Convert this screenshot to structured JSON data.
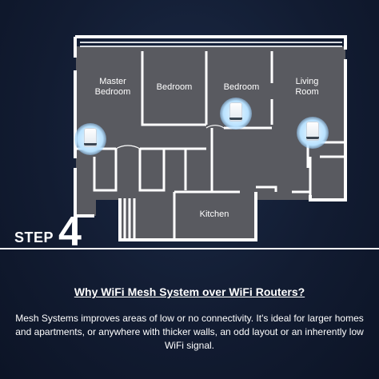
{
  "rooms": {
    "master_bedroom": "Master Bedroom",
    "bedroom": "Bedroom",
    "bedroom_2": "Bedroom",
    "living_room": "Living Room",
    "kitchen": "Kitchen"
  },
  "router_icon": "mesh-router-icon",
  "step": {
    "word": "STEP",
    "number": "4"
  },
  "headline": "Why WiFi Mesh System over WiFi Routers?",
  "body": "Mesh Systems improves areas of low or no connectivity. It's ideal for larger homes and apartments, or anywhere with thicker walls, an odd layout or an inherently low WiFi signal.",
  "colors": {
    "background": "#121c32",
    "floor": "#595a60",
    "walls": "#ffffff",
    "router_glow": "#b9e2ff"
  }
}
